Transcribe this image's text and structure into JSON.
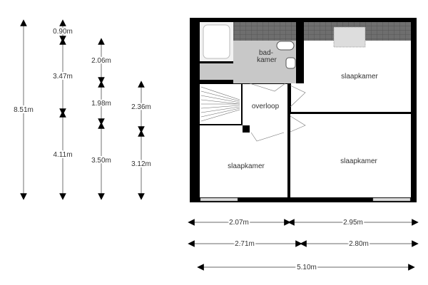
{
  "vertical_dimensions": {
    "total": "8.51m",
    "col1": [
      "0.90m",
      "3.47m",
      "4.11m"
    ],
    "col2": [
      "2.06m",
      "1.98m",
      "3.50m"
    ],
    "col3": [
      "2.36m",
      "3.12m"
    ]
  },
  "horizontal_dimensions": {
    "row1": [
      "2.07m",
      "2.95m"
    ],
    "row2": [
      "2.71m",
      "2.80m"
    ],
    "total": "5.10m"
  },
  "rooms": {
    "bathroom_line1": "bad-",
    "bathroom_line2": "kamer",
    "landing": "overloop",
    "bedroom_top_right": "slaapkamer",
    "bedroom_bottom_left": "slaapkamer",
    "bedroom_bottom_right": "slaapkamer"
  },
  "colors": {
    "wall": "#000000",
    "tile": "#6e6e6e",
    "wet_area": "#c8c8c8",
    "dimension_line": "#888888"
  }
}
